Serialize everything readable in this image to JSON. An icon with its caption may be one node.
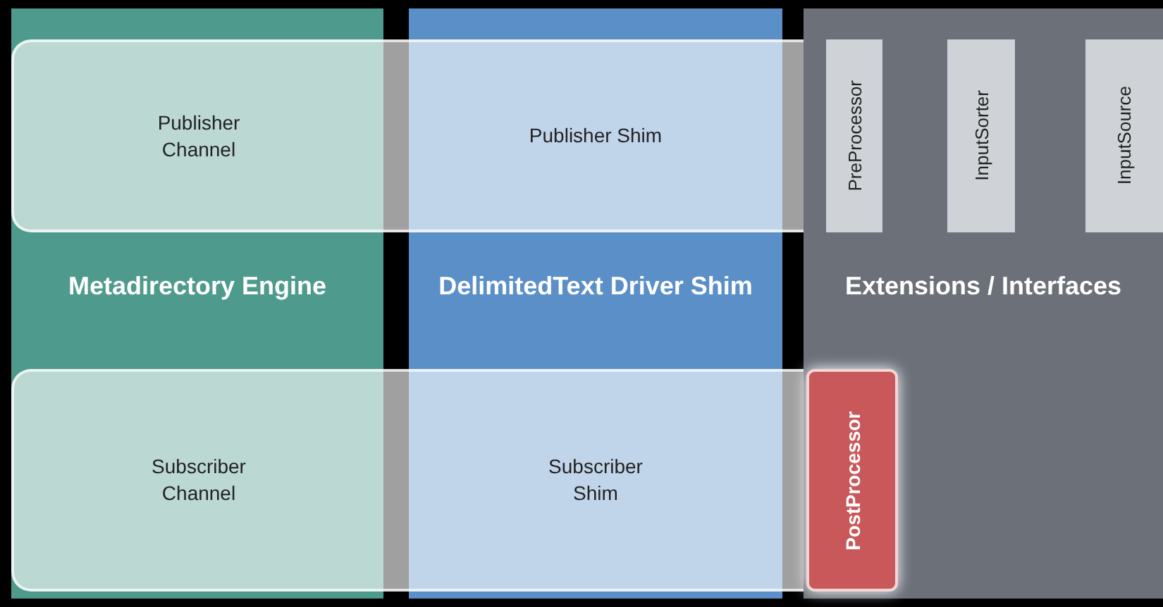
{
  "diagram": {
    "nodes": [
      {
        "text": [
          "Metadirectory Engine"
        ]
      },
      {
        "text": [
          "DelimitedText Driver Shim"
        ]
      },
      {
        "text": [
          "Extensions / Interfaces"
        ]
      },
      {
        "text": [
          "Publisher Channel"
        ],
        "in": 0
      },
      {
        "text": [
          "Publisher Shim"
        ],
        "in": 1
      },
      {
        "text": [
          "PreProcessor"
        ],
        "in": 2
      },
      {
        "text": [
          "InputSorter"
        ],
        "in": 2
      },
      {
        "text": [
          "InputSource"
        ],
        "in": 2
      },
      {
        "text": [
          "Subscriber Channel"
        ],
        "in": 0
      },
      {
        "text": [
          "Subscriber Shim"
        ],
        "in": 1
      },
      {
        "text": [
          "PostProcessor"
        ],
        "in": 2
      }
    ]
  }
}
